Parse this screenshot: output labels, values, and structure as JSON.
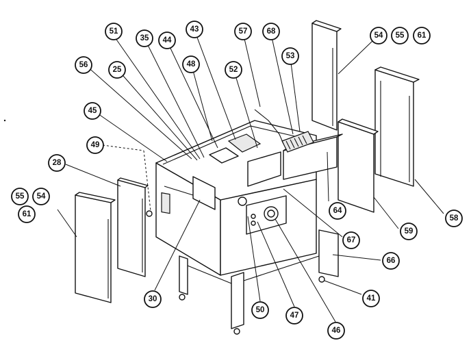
{
  "callouts": {
    "c51a": "51",
    "c35": "35",
    "c44": "44",
    "c43": "43",
    "c57": "57",
    "c68": "68",
    "c54a": "54",
    "c55a": "55",
    "c61a": "61",
    "c56": "56",
    "c25": "25",
    "c48": "48",
    "c52": "52",
    "c53": "53",
    "c45": "45",
    "c49": "49",
    "c28": "28",
    "c55b": "55",
    "c54b": "54",
    "c61b": "61",
    "c64": "64",
    "c67": "67",
    "c59": "59",
    "c58": "58",
    "c66": "66",
    "c41": "41",
    "c30": "30",
    "c50": "50",
    "c47": "47",
    "c46": "46"
  }
}
